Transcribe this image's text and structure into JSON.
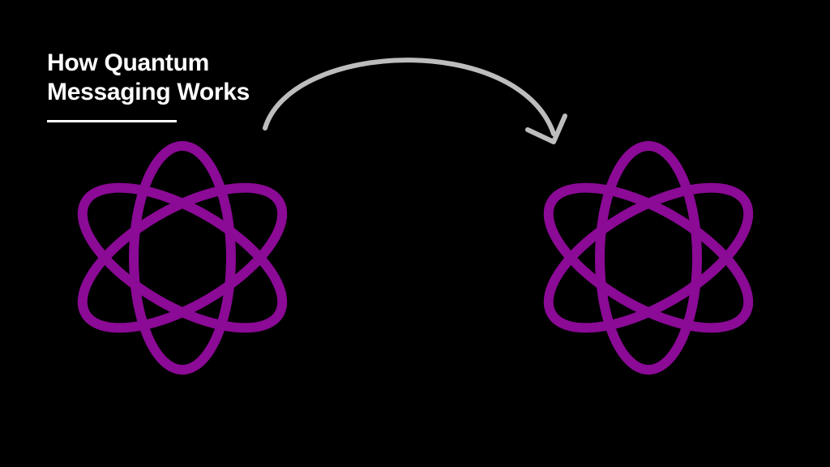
{
  "title": {
    "line1": "How Quantum",
    "line2": "Messaging Works"
  },
  "colors": {
    "background": "#000000",
    "atom": "#8b0a96",
    "arrow": "#bdbdbd",
    "text": "#ffffff"
  },
  "atoms": [
    {
      "name": "sender-atom",
      "icon": "atom-icon"
    },
    {
      "name": "receiver-atom",
      "icon": "atom-icon"
    }
  ],
  "arrow": {
    "icon": "curved-arrow-icon",
    "direction": "left-to-right"
  }
}
